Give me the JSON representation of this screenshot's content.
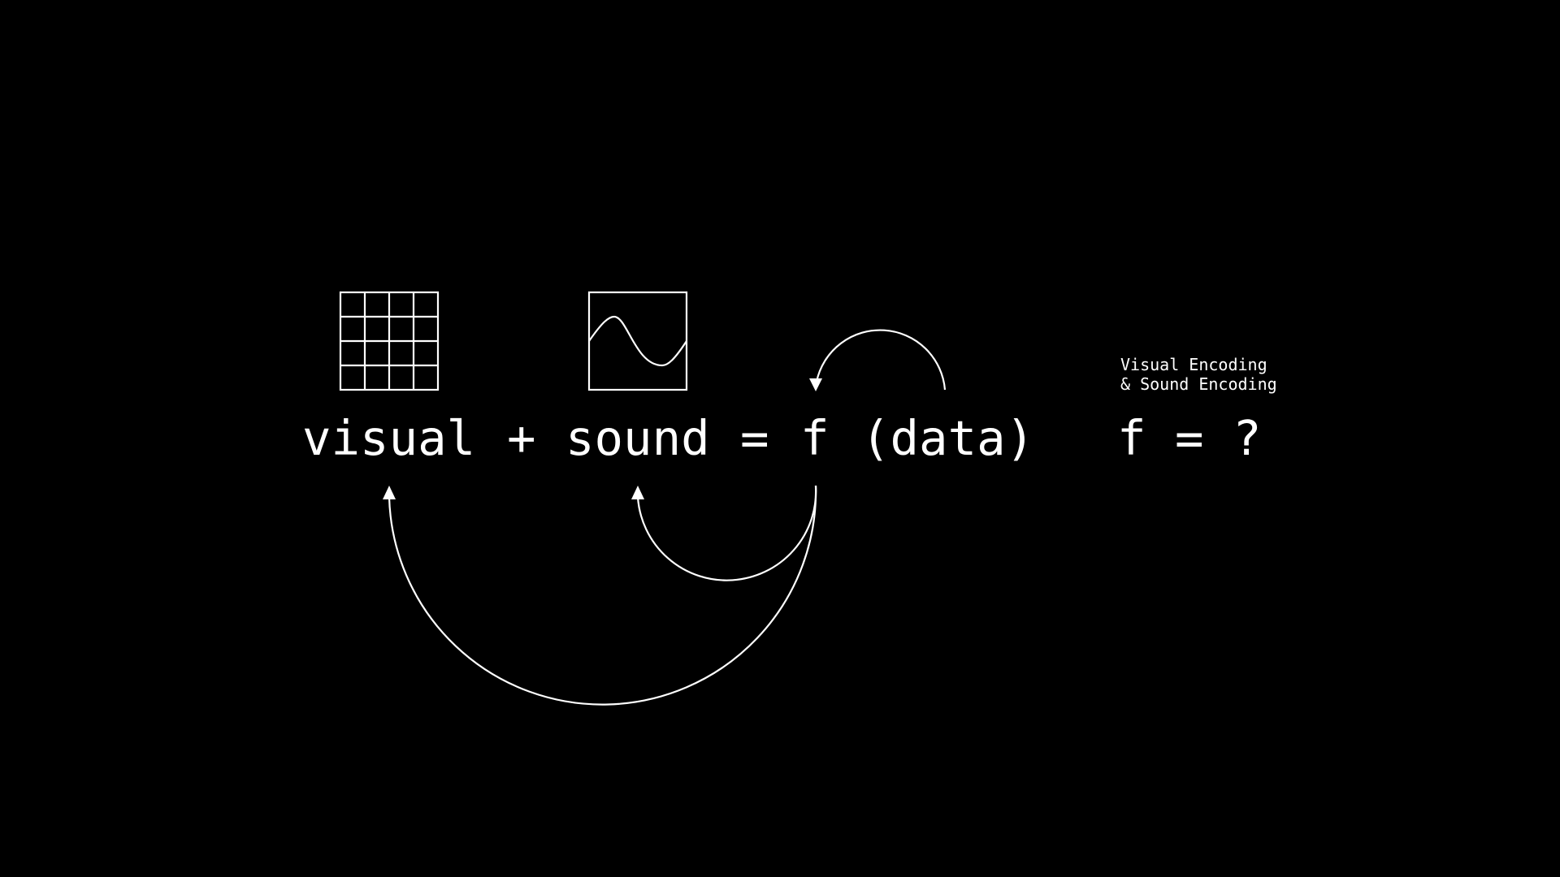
{
  "equation": {
    "visual": "visual",
    "plus": "+",
    "sound": "sound",
    "equals": "=",
    "f": "f",
    "data": "(data)"
  },
  "question": "f = ?",
  "note": {
    "line1": "Visual Encoding",
    "line2": "& Sound Encoding"
  },
  "icons": {
    "visual": "grid-icon",
    "sound": "sine-wave-icon"
  },
  "colors": {
    "background": "#000000",
    "foreground": "#ffffff"
  }
}
